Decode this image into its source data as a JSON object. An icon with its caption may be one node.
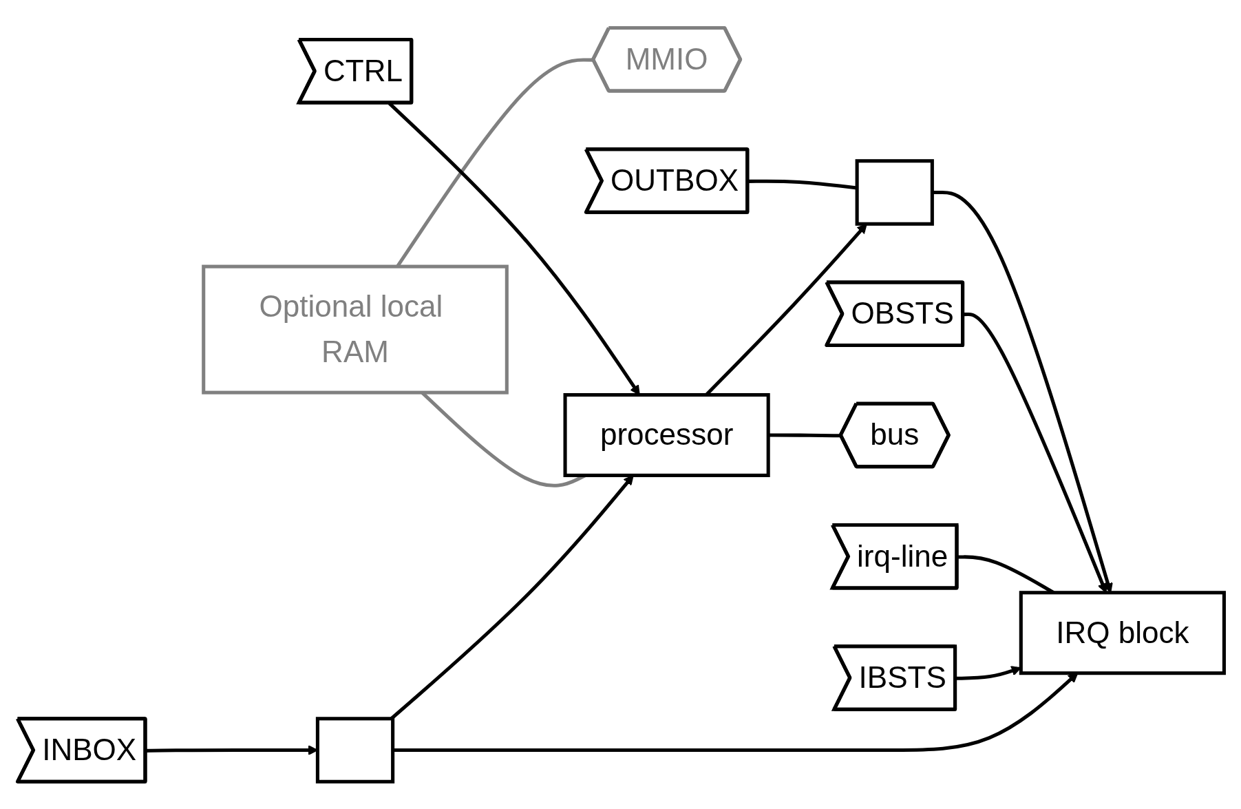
{
  "diagram": {
    "nodes": [
      {
        "text": [
          "INBOX"
        ]
      },
      {
        "text": [],
        "shape": "box"
      },
      {
        "text": [
          "Optional local RAM"
        ]
      },
      {
        "text": [
          "MMIO"
        ]
      },
      {
        "text": [
          "IBSTS"
        ]
      },
      {
        "text": [
          "IRQ block"
        ]
      },
      {
        "text": [
          "irq-line"
        ]
      },
      {
        "text": [
          "processor"
        ]
      },
      {
        "text": [
          "bus"
        ]
      },
      {
        "text": [
          "OBSTS"
        ]
      },
      {
        "text": [],
        "shape": "box"
      },
      {
        "text": [
          "OUTBOX"
        ]
      },
      {
        "text": [
          "CTRL"
        ]
      }
    ],
    "edges": [
      {
        "from": 0,
        "to": 1,
        "arrow": "to"
      },
      {
        "from": 1,
        "to": 5,
        "arrow": "to"
      },
      {
        "from": 4,
        "to": 5,
        "arrow": "to"
      },
      {
        "from": 1,
        "to": 7,
        "arrow": "to"
      },
      {
        "from": 2,
        "to": 3,
        "arrow": "none",
        "color": "#808080"
      },
      {
        "from": 2,
        "to": 7,
        "arrow": "none",
        "color": "#808080"
      },
      {
        "from": 6,
        "to": 5,
        "arrow": "none"
      },
      {
        "from": 7,
        "to": 8,
        "arrow": "none"
      },
      {
        "from": 9,
        "to": 5,
        "arrow": "to"
      },
      {
        "from": 10,
        "to": 5,
        "arrow": "to"
      },
      {
        "from": 7,
        "to": 10,
        "arrow": "to"
      },
      {
        "from": 11,
        "to": 10,
        "arrow": "none"
      },
      {
        "from": 12,
        "to": 7,
        "arrow": "to"
      }
    ]
  }
}
